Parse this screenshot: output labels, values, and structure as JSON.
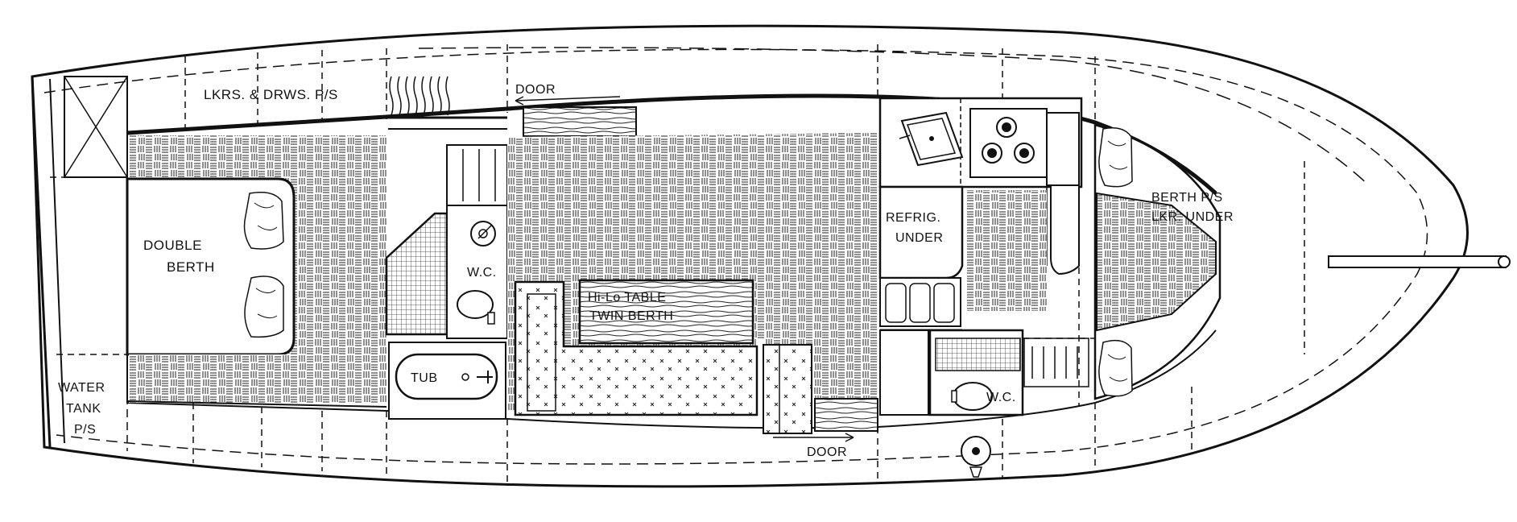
{
  "labels": {
    "lockers_drawers": "LKRS. & DRWS. P/S",
    "door_top": "DOOR",
    "double_berth_1": "DOUBLE",
    "double_berth_2": "BERTH",
    "wc_aft": "W.C.",
    "hilo_table": "Hi-Lo TABLE",
    "twin_berth": "TWIN BERTH",
    "tub": "TUB",
    "refrig_1": "REFRIG.",
    "refrig_2": "UNDER",
    "berth_ps_1": "BERTH P/S",
    "berth_ps_2": "LKR. UNDER",
    "wc_fwd": "W.C.",
    "door_bottom": "DOOR",
    "water_1": "WATER",
    "water_2": "TANK",
    "water_3": "P/S"
  },
  "colors": {
    "ink": "#111111",
    "paper": "#ffffff"
  }
}
